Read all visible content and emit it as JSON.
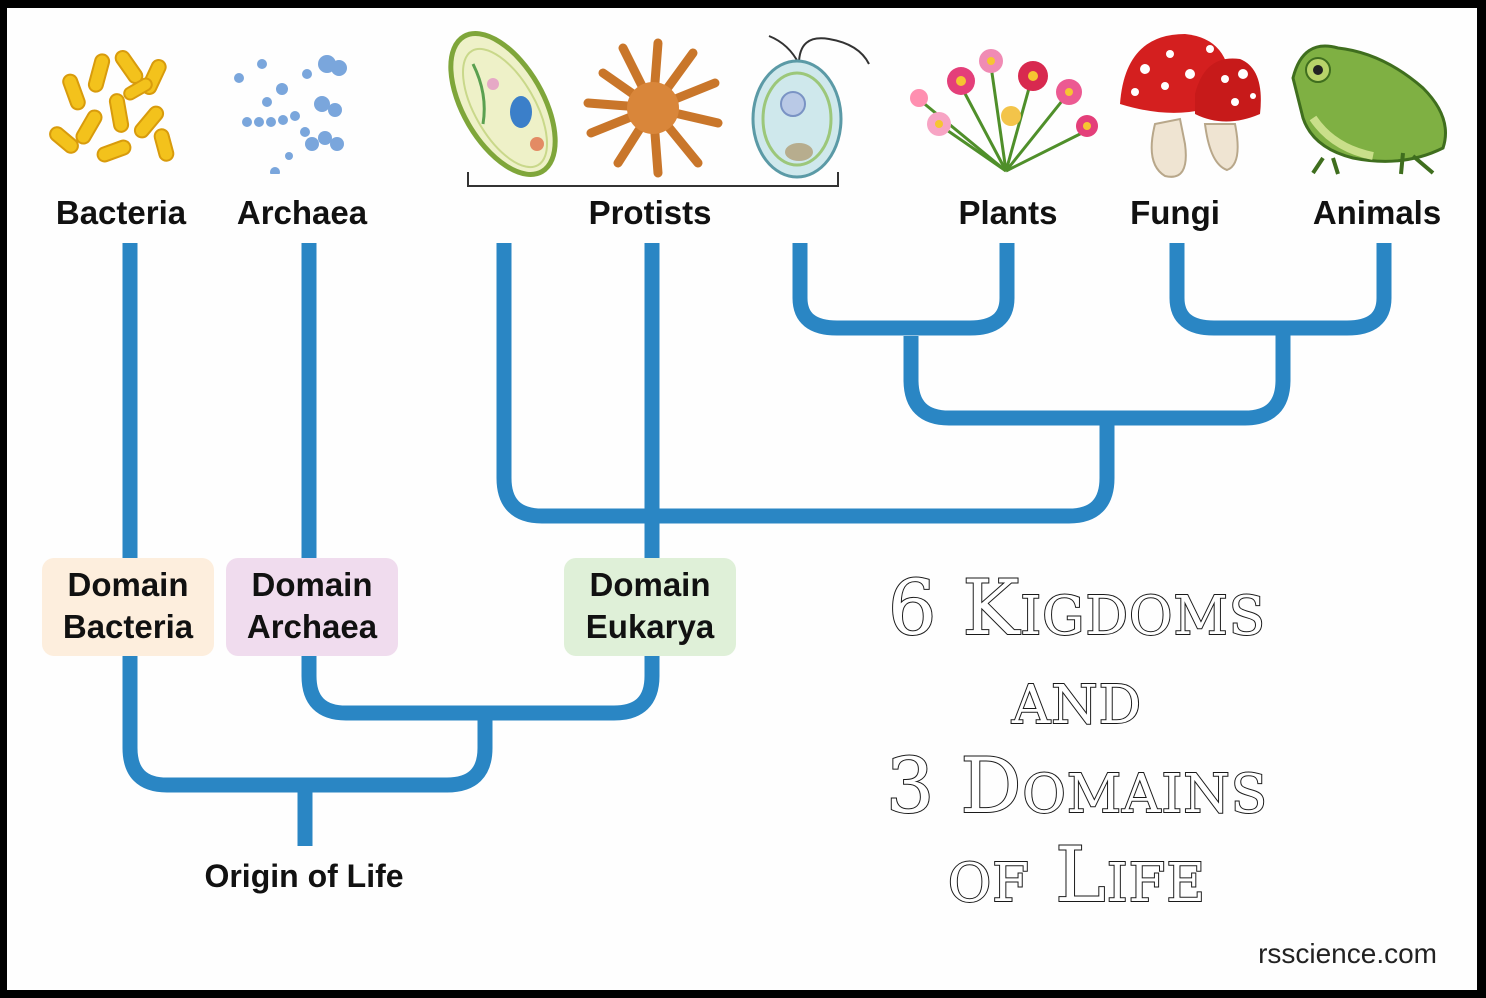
{
  "kingdoms": {
    "bacteria": "Bacteria",
    "archaea": "Archaea",
    "protists": "Protists",
    "plants": "Plants",
    "fungi": "Fungi",
    "animals": "Animals"
  },
  "domains": {
    "bacteria": {
      "line1": "Domain",
      "line2": "Bacteria",
      "color": "#fdeedd"
    },
    "archaea": {
      "line1": "Domain",
      "line2": "Archaea",
      "color": "#f0dcee"
    },
    "eukarya": {
      "line1": "Domain",
      "line2": "Eukarya",
      "color": "#dff0d8"
    }
  },
  "root_label": "Origin of Life",
  "title": {
    "line1": "6 Kigdoms",
    "line2": "and",
    "line3": "3 Domains",
    "line4": "of Life"
  },
  "credit": "rsscience.com",
  "colors": {
    "branch": "#2a86c4"
  },
  "icons": [
    "bacteria-cluster-icon",
    "archaea-cluster-icon",
    "paramecium-icon",
    "slime-mold-icon",
    "euglena-cell-icon",
    "flowers-icon",
    "mushroom-icon",
    "frog-icon"
  ]
}
